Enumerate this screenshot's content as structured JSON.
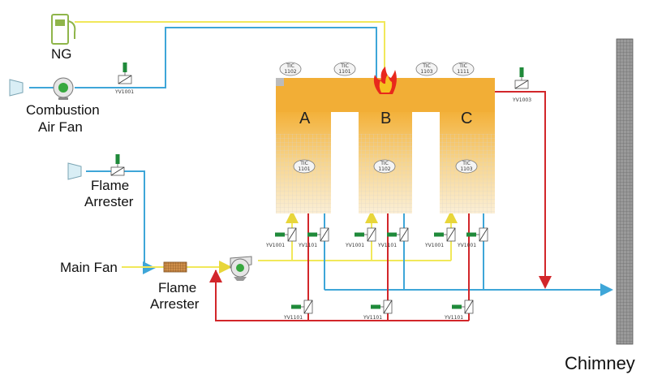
{
  "labels": {
    "ng": "NG",
    "combustion_fan": [
      "Combustion",
      "Air Fan"
    ],
    "flame_arrester_top": [
      "Flame",
      "Arrester"
    ],
    "main_fan": "Main Fan",
    "flame_arrester_bottom": [
      "Flame",
      "Arrester"
    ],
    "chimney": "Chimney"
  },
  "chambers": [
    "A",
    "B",
    "C"
  ],
  "tic_top": [
    [
      "TIC",
      "1102"
    ],
    [
      "TIC",
      "1101"
    ],
    [
      "TIC",
      "1103"
    ],
    [
      "TIC",
      "1111"
    ]
  ],
  "tic_beds": [
    [
      "TIC",
      "1101"
    ],
    [
      "TIC",
      "1102"
    ],
    [
      "TIC",
      "1103"
    ]
  ],
  "valve_tags": {
    "ng_valve": "YV1001",
    "exhaust_valve": "YV1003",
    "bed_row": [
      "YV1001",
      "YV1101",
      "YV1001",
      "YV1101",
      "YV1001",
      "YV1001"
    ],
    "purge_row": [
      "YV1101",
      "YV1101",
      "YV1101"
    ]
  },
  "colors": {
    "gas_line": "#f1e85a",
    "air_line": "#3ea6d8",
    "hot_line": "#d2262a",
    "actuator": "#1f8a3a"
  }
}
